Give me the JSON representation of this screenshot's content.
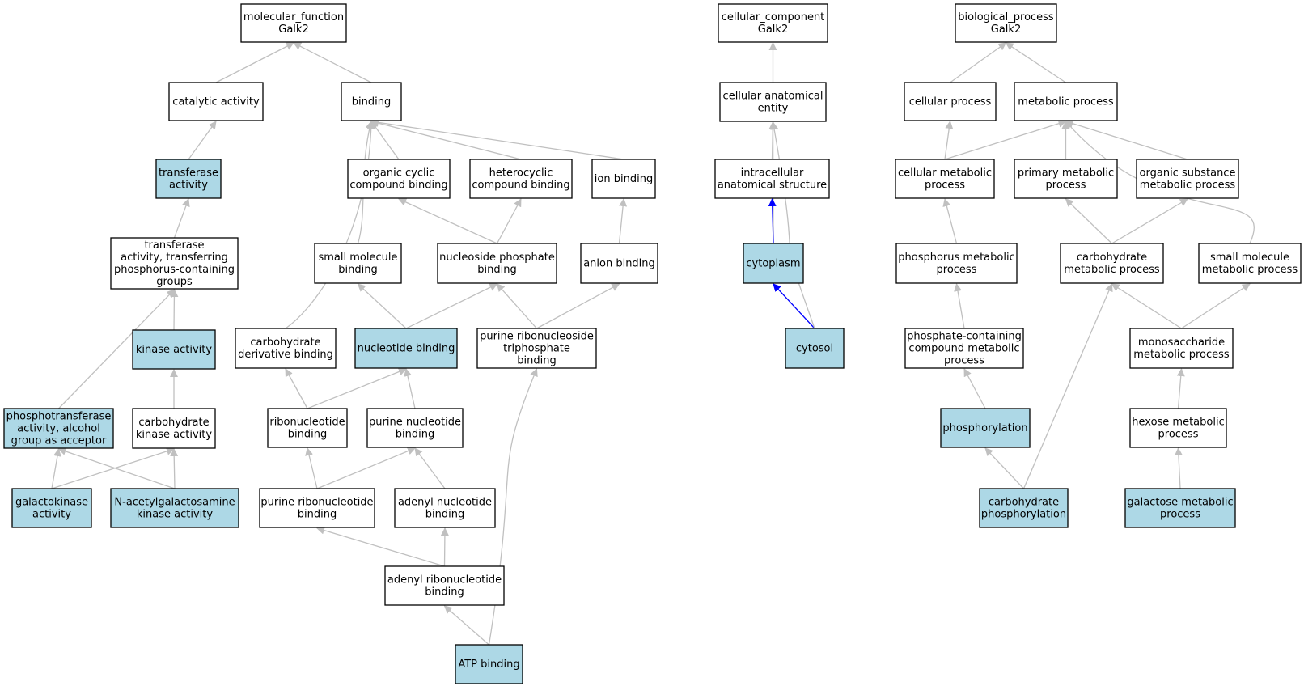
{
  "colors": {
    "highlight_fill": "#add8e6",
    "plain_fill": "#ffffff",
    "edge_gray": "#c0c0c0",
    "edge_blue": "#0000ff"
  },
  "nodes": [
    {
      "id": "mf",
      "lines": [
        "molecular_function",
        "Galk2"
      ],
      "highlight": false
    },
    {
      "id": "catalytic",
      "lines": [
        "catalytic activity"
      ],
      "highlight": false
    },
    {
      "id": "binding",
      "lines": [
        "binding"
      ],
      "highlight": false
    },
    {
      "id": "transferase",
      "lines": [
        "transferase",
        "activity"
      ],
      "highlight": true
    },
    {
      "id": "transf_p",
      "lines": [
        "transferase",
        "activity, transferring",
        "phosphorus-containing",
        "groups"
      ],
      "highlight": false
    },
    {
      "id": "kinase",
      "lines": [
        "kinase activity"
      ],
      "highlight": true
    },
    {
      "id": "phosphotransferase",
      "lines": [
        "phosphotransferase",
        "activity, alcohol",
        "group as acceptor"
      ],
      "highlight": true
    },
    {
      "id": "carb_kinase",
      "lines": [
        "carbohydrate",
        "kinase activity"
      ],
      "highlight": false
    },
    {
      "id": "galactokinase",
      "lines": [
        "galactokinase",
        "activity"
      ],
      "highlight": true
    },
    {
      "id": "nacetyl",
      "lines": [
        "N-acetylgalactosamine",
        "kinase activity"
      ],
      "highlight": true
    },
    {
      "id": "org_cyclic",
      "lines": [
        "organic cyclic",
        "compound binding"
      ],
      "highlight": false
    },
    {
      "id": "heterocyclic",
      "lines": [
        "heterocyclic",
        "compound binding"
      ],
      "highlight": false
    },
    {
      "id": "ion_binding",
      "lines": [
        "ion binding"
      ],
      "highlight": false
    },
    {
      "id": "small_mol_binding",
      "lines": [
        "small molecule",
        "binding"
      ],
      "highlight": false
    },
    {
      "id": "nucleoside_phos",
      "lines": [
        "nucleoside phosphate",
        "binding"
      ],
      "highlight": false
    },
    {
      "id": "anion",
      "lines": [
        "anion binding"
      ],
      "highlight": false
    },
    {
      "id": "carb_deriv",
      "lines": [
        "carbohydrate",
        "derivative binding"
      ],
      "highlight": false
    },
    {
      "id": "nucleotide",
      "lines": [
        "nucleotide binding"
      ],
      "highlight": true
    },
    {
      "id": "purine_ribonucleoside_tri",
      "lines": [
        "purine ribonucleoside",
        "triphosphate",
        "binding"
      ],
      "highlight": false
    },
    {
      "id": "ribonucleotide",
      "lines": [
        "ribonucleotide",
        "binding"
      ],
      "highlight": false
    },
    {
      "id": "purine_nucleotide",
      "lines": [
        "purine nucleotide",
        "binding"
      ],
      "highlight": false
    },
    {
      "id": "purine_ribonucleotide",
      "lines": [
        "purine ribonucleotide",
        "binding"
      ],
      "highlight": false
    },
    {
      "id": "adenyl_nucleotide",
      "lines": [
        "adenyl nucleotide",
        "binding"
      ],
      "highlight": false
    },
    {
      "id": "adenyl_ribonucleotide",
      "lines": [
        "adenyl ribonucleotide",
        "binding"
      ],
      "highlight": false
    },
    {
      "id": "atp",
      "lines": [
        "ATP binding"
      ],
      "highlight": true
    },
    {
      "id": "cc",
      "lines": [
        "cellular_component",
        "Galk2"
      ],
      "highlight": false
    },
    {
      "id": "cae",
      "lines": [
        "cellular anatomical",
        "entity"
      ],
      "highlight": false
    },
    {
      "id": "ias",
      "lines": [
        "intracellular",
        "anatomical structure"
      ],
      "highlight": false
    },
    {
      "id": "cytoplasm",
      "lines": [
        "cytoplasm"
      ],
      "highlight": true
    },
    {
      "id": "cytosol",
      "lines": [
        "cytosol"
      ],
      "highlight": true
    },
    {
      "id": "bp",
      "lines": [
        "biological_process",
        "Galk2"
      ],
      "highlight": false
    },
    {
      "id": "cell_proc",
      "lines": [
        "cellular process"
      ],
      "highlight": false
    },
    {
      "id": "met_proc",
      "lines": [
        "metabolic process"
      ],
      "highlight": false
    },
    {
      "id": "cell_met",
      "lines": [
        "cellular metabolic",
        "process"
      ],
      "highlight": false
    },
    {
      "id": "prim_met",
      "lines": [
        "primary metabolic",
        "process"
      ],
      "highlight": false
    },
    {
      "id": "org_sub",
      "lines": [
        "organic substance",
        "metabolic process"
      ],
      "highlight": false
    },
    {
      "id": "phos_met",
      "lines": [
        "phosphorus metabolic",
        "process"
      ],
      "highlight": false
    },
    {
      "id": "carb_met",
      "lines": [
        "carbohydrate",
        "metabolic process"
      ],
      "highlight": false
    },
    {
      "id": "small_mol_met",
      "lines": [
        "small molecule",
        "metabolic process"
      ],
      "highlight": false
    },
    {
      "id": "phos_cont",
      "lines": [
        "phosphate-containing",
        "compound metabolic",
        "process"
      ],
      "highlight": false
    },
    {
      "id": "mono_met",
      "lines": [
        "monosaccharide",
        "metabolic process"
      ],
      "highlight": false
    },
    {
      "id": "phosphorylation",
      "lines": [
        "phosphorylation"
      ],
      "highlight": true
    },
    {
      "id": "hexose",
      "lines": [
        "hexose metabolic",
        "process"
      ],
      "highlight": false
    },
    {
      "id": "carb_phos",
      "lines": [
        "carbohydrate",
        "phosphorylation"
      ],
      "highlight": true
    },
    {
      "id": "galactose",
      "lines": [
        "galactose metabolic",
        "process"
      ],
      "highlight": true
    }
  ],
  "edges": [
    {
      "from": "catalytic",
      "to": "mf",
      "color": "gray"
    },
    {
      "from": "binding",
      "to": "mf",
      "color": "gray"
    },
    {
      "from": "transferase",
      "to": "catalytic",
      "color": "gray"
    },
    {
      "from": "transf_p",
      "to": "transferase",
      "color": "gray"
    },
    {
      "from": "kinase",
      "to": "transf_p",
      "color": "gray"
    },
    {
      "from": "phosphotransferase",
      "to": "transf_p",
      "color": "gray"
    },
    {
      "from": "carb_kinase",
      "to": "kinase",
      "color": "gray"
    },
    {
      "from": "galactokinase",
      "to": "phosphotransferase",
      "color": "gray"
    },
    {
      "from": "galactokinase",
      "to": "carb_kinase",
      "color": "gray"
    },
    {
      "from": "nacetyl",
      "to": "phosphotransferase",
      "color": "gray"
    },
    {
      "from": "nacetyl",
      "to": "carb_kinase",
      "color": "gray"
    },
    {
      "from": "org_cyclic",
      "to": "binding",
      "color": "gray"
    },
    {
      "from": "heterocyclic",
      "to": "binding",
      "color": "gray"
    },
    {
      "from": "ion_binding",
      "to": "binding",
      "color": "gray"
    },
    {
      "from": "small_mol_binding",
      "to": "binding",
      "color": "gray"
    },
    {
      "from": "carb_deriv",
      "to": "binding",
      "color": "gray"
    },
    {
      "from": "nucleoside_phos",
      "to": "org_cyclic",
      "color": "gray"
    },
    {
      "from": "nucleoside_phos",
      "to": "heterocyclic",
      "color": "gray"
    },
    {
      "from": "anion",
      "to": "ion_binding",
      "color": "gray"
    },
    {
      "from": "nucleotide",
      "to": "small_mol_binding",
      "color": "gray"
    },
    {
      "from": "nucleotide",
      "to": "nucleoside_phos",
      "color": "gray"
    },
    {
      "from": "purine_ribonucleoside_tri",
      "to": "nucleoside_phos",
      "color": "gray"
    },
    {
      "from": "purine_ribonucleoside_tri",
      "to": "anion",
      "color": "gray"
    },
    {
      "from": "ribonucleotide",
      "to": "carb_deriv",
      "color": "gray"
    },
    {
      "from": "ribonucleotide",
      "to": "nucleotide",
      "color": "gray"
    },
    {
      "from": "purine_nucleotide",
      "to": "nucleotide",
      "color": "gray"
    },
    {
      "from": "purine_ribonucleotide",
      "to": "ribonucleotide",
      "color": "gray"
    },
    {
      "from": "purine_ribonucleotide",
      "to": "purine_nucleotide",
      "color": "gray"
    },
    {
      "from": "adenyl_nucleotide",
      "to": "purine_nucleotide",
      "color": "gray"
    },
    {
      "from": "adenyl_ribonucleotide",
      "to": "purine_ribonucleotide",
      "color": "gray"
    },
    {
      "from": "adenyl_ribonucleotide",
      "to": "adenyl_nucleotide",
      "color": "gray"
    },
    {
      "from": "atp",
      "to": "adenyl_ribonucleotide",
      "color": "gray"
    },
    {
      "from": "atp",
      "to": "purine_ribonucleoside_tri",
      "color": "gray"
    },
    {
      "from": "cae",
      "to": "cc",
      "color": "gray"
    },
    {
      "from": "ias",
      "to": "cae",
      "color": "gray"
    },
    {
      "from": "cytoplasm",
      "to": "cae",
      "color": "gray"
    },
    {
      "from": "cytoplasm",
      "to": "ias",
      "color": "blue"
    },
    {
      "from": "cytosol",
      "to": "cytoplasm",
      "color": "blue"
    },
    {
      "from": "cytosol",
      "to": "cae",
      "color": "gray"
    },
    {
      "from": "cell_proc",
      "to": "bp",
      "color": "gray"
    },
    {
      "from": "met_proc",
      "to": "bp",
      "color": "gray"
    },
    {
      "from": "cell_met",
      "to": "cell_proc",
      "color": "gray"
    },
    {
      "from": "cell_met",
      "to": "met_proc",
      "color": "gray"
    },
    {
      "from": "prim_met",
      "to": "met_proc",
      "color": "gray"
    },
    {
      "from": "org_sub",
      "to": "met_proc",
      "color": "gray"
    },
    {
      "from": "small_mol_met",
      "to": "met_proc",
      "color": "gray"
    },
    {
      "from": "phos_met",
      "to": "cell_met",
      "color": "gray"
    },
    {
      "from": "carb_met",
      "to": "prim_met",
      "color": "gray"
    },
    {
      "from": "carb_met",
      "to": "org_sub",
      "color": "gray"
    },
    {
      "from": "phos_cont",
      "to": "phos_met",
      "color": "gray"
    },
    {
      "from": "mono_met",
      "to": "carb_met",
      "color": "gray"
    },
    {
      "from": "mono_met",
      "to": "small_mol_met",
      "color": "gray"
    },
    {
      "from": "phosphorylation",
      "to": "phos_cont",
      "color": "gray"
    },
    {
      "from": "hexose",
      "to": "mono_met",
      "color": "gray"
    },
    {
      "from": "carb_phos",
      "to": "phosphorylation",
      "color": "gray"
    },
    {
      "from": "carb_phos",
      "to": "carb_met",
      "color": "gray"
    },
    {
      "from": "galactose",
      "to": "hexose",
      "color": "gray"
    }
  ]
}
